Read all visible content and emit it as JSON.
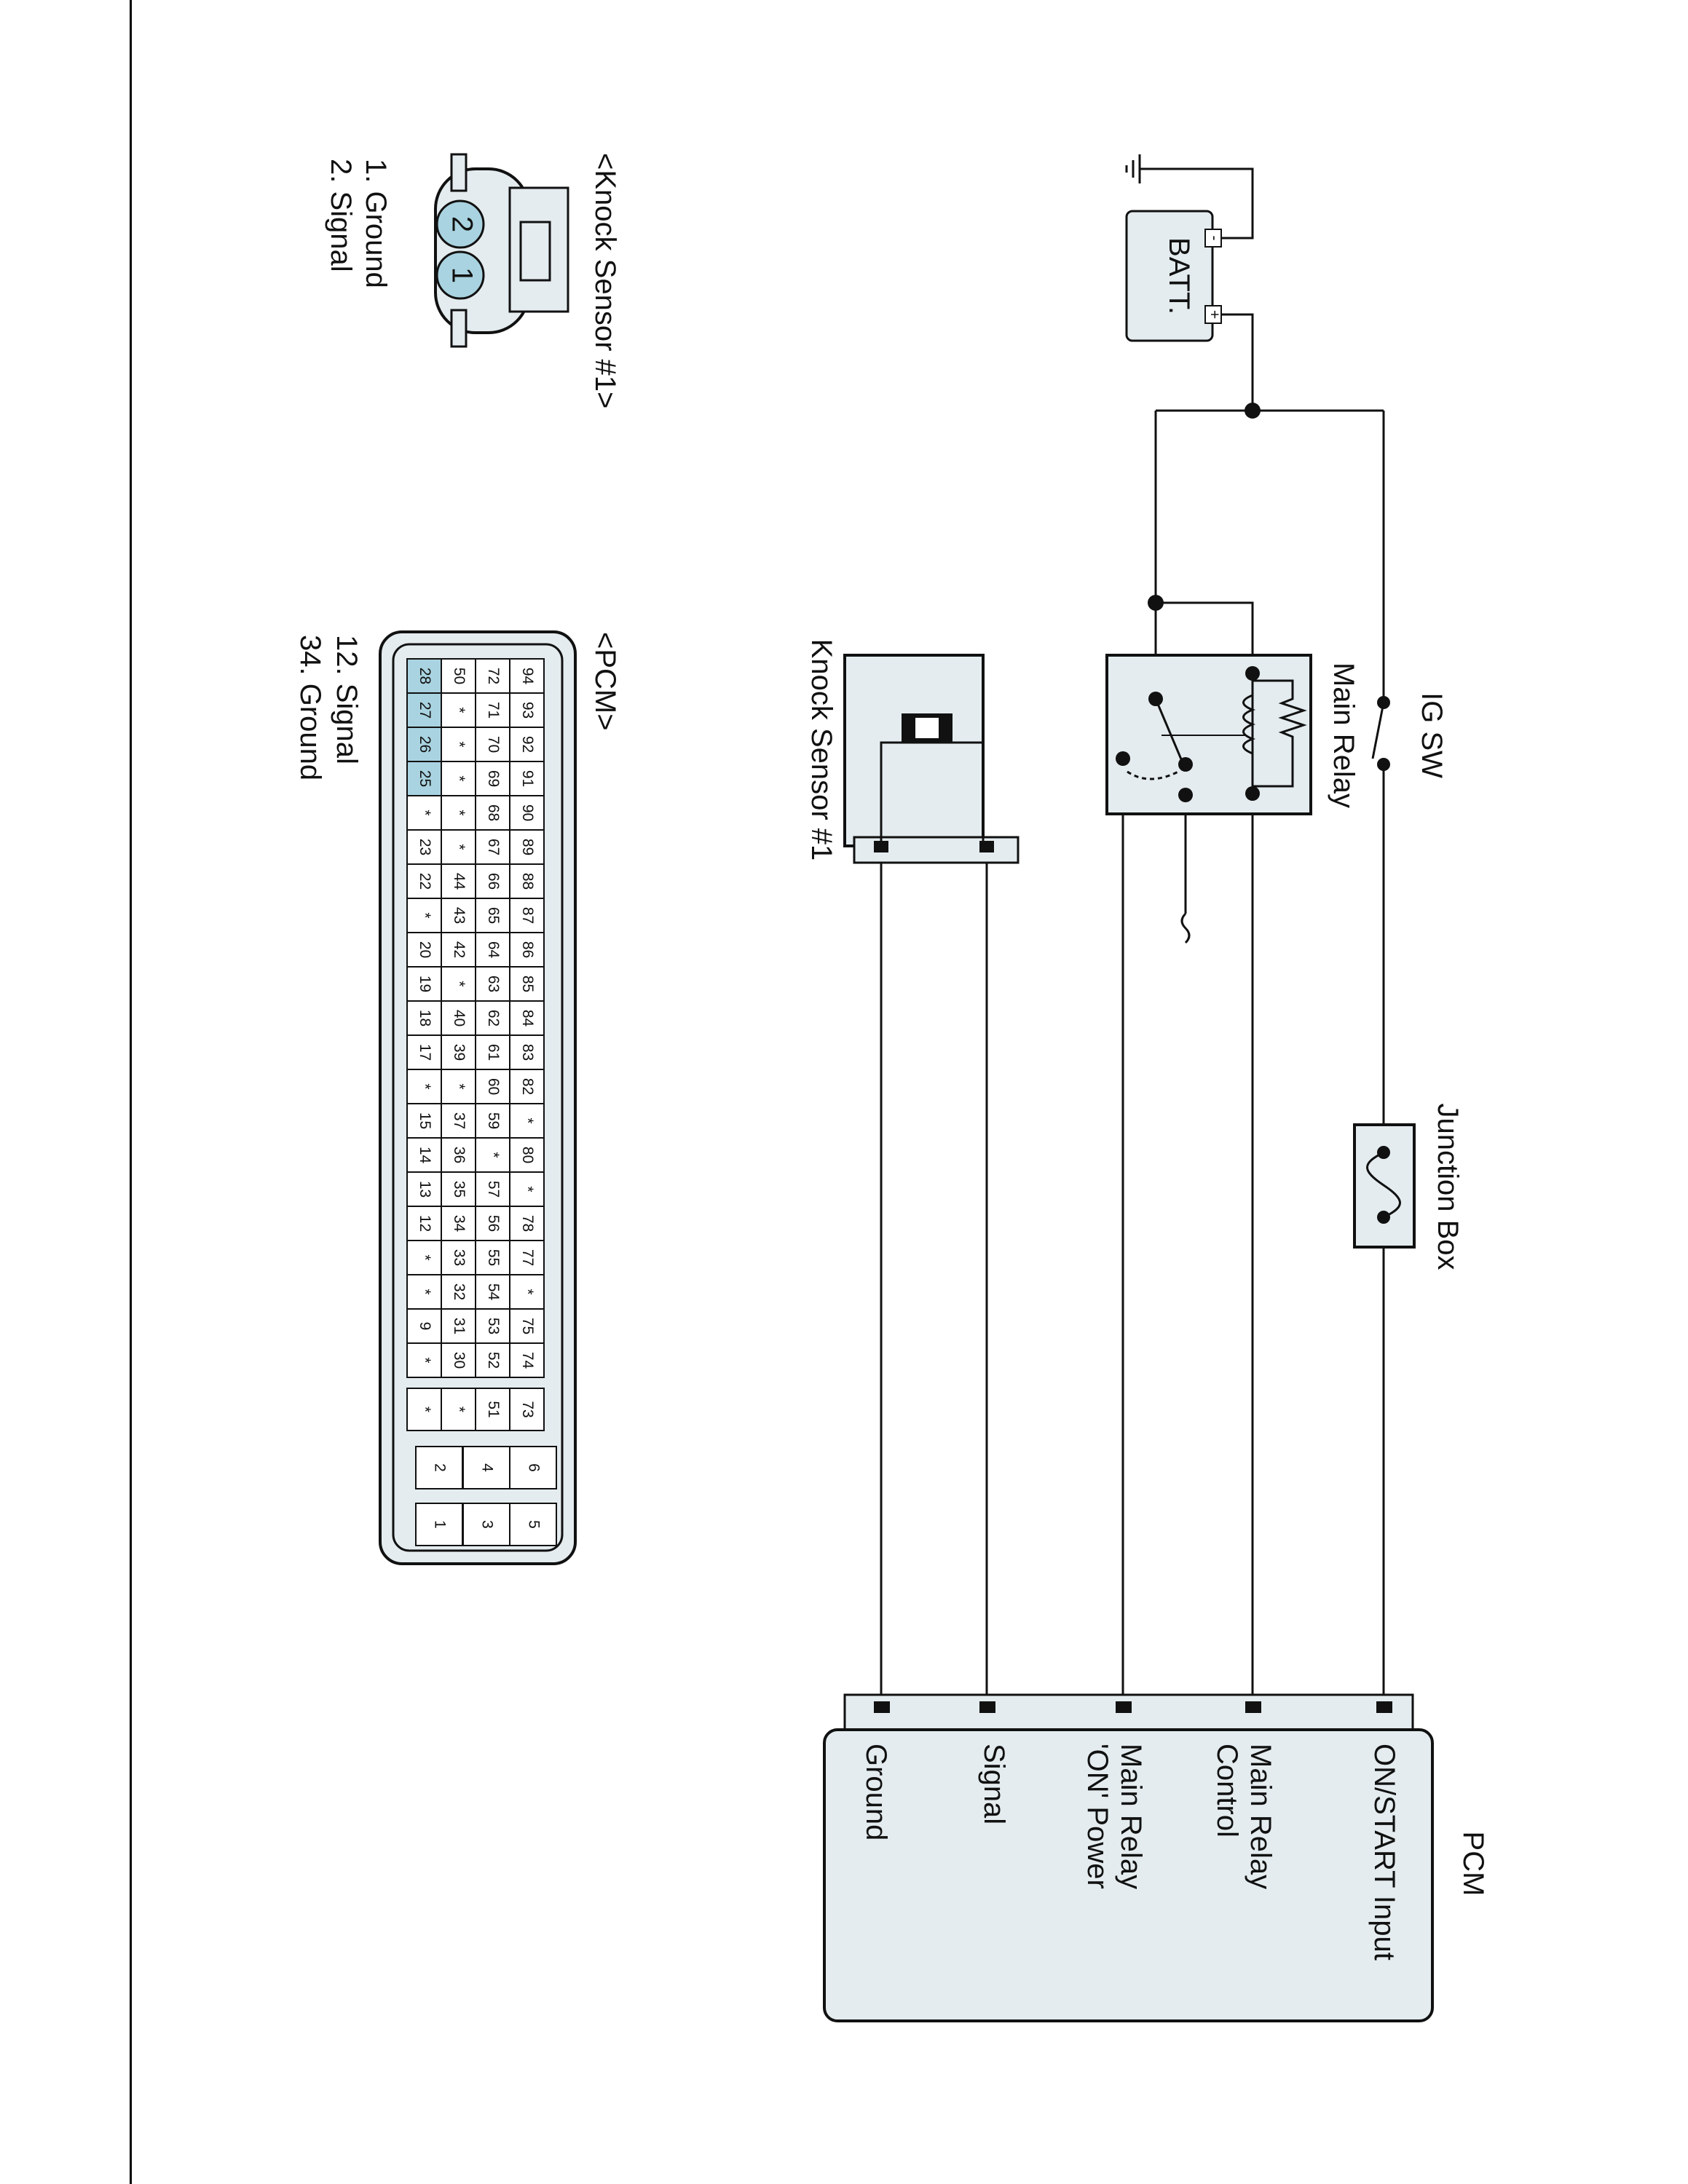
{
  "components": {
    "battery": {
      "label": "BATT.",
      "neg": "-",
      "pos": "+"
    },
    "ig_switch": {
      "label": "IG SW"
    },
    "main_relay": {
      "label": "Main Relay"
    },
    "junction_box": {
      "label": "Junction Box"
    },
    "knock_sensor": {
      "label": "Knock Sensor #1"
    },
    "pcm": {
      "label": "PCM",
      "pins": {
        "on_start": "ON/START Input",
        "relay_control_1": "Main Relay",
        "relay_control_2": "Control",
        "relay_power_1": "Main Relay",
        "relay_power_2": "'ON' Power",
        "signal": "Signal",
        "ground": "Ground"
      }
    }
  },
  "ks_connector": {
    "title": "<Knock Sensor #1>",
    "pin_a": "2",
    "pin_b": "1",
    "legend": [
      "1. Ground",
      "2. Signal"
    ]
  },
  "pcm_connector": {
    "title": "<PCM>",
    "legend": [
      "12. Signal",
      "34. Ground"
    ],
    "row1": [
      "94",
      "93",
      "92",
      "91",
      "90",
      "89",
      "88",
      "87",
      "86",
      "85",
      "84",
      "83",
      "82",
      "*",
      "80",
      "*",
      "78",
      "77",
      "*",
      "75",
      "74"
    ],
    "row2": [
      "72",
      "71",
      "70",
      "69",
      "68",
      "67",
      "66",
      "65",
      "64",
      "63",
      "62",
      "61",
      "60",
      "59",
      "*",
      "57",
      "56",
      "55",
      "54",
      "53",
      "52"
    ],
    "row3": [
      "50",
      "*",
      "*",
      "*",
      "*",
      "*",
      "44",
      "43",
      "42",
      "*",
      "40",
      "39",
      "*",
      "37",
      "36",
      "35",
      "34",
      "33",
      "32",
      "31",
      "30"
    ],
    "row4": [
      "28",
      "27",
      "26",
      "25",
      "*",
      "23",
      "22",
      "*",
      "20",
      "19",
      "18",
      "17",
      "*",
      "15",
      "14",
      "13",
      "12",
      "*",
      "*",
      "9",
      "*"
    ],
    "highlight_row4": [
      "28",
      "27",
      "26",
      "25"
    ],
    "block1": [
      "73",
      "51",
      "*",
      "*"
    ],
    "block2": [
      "6",
      "4",
      "2"
    ],
    "block3": [
      "5",
      "3",
      "1"
    ]
  }
}
